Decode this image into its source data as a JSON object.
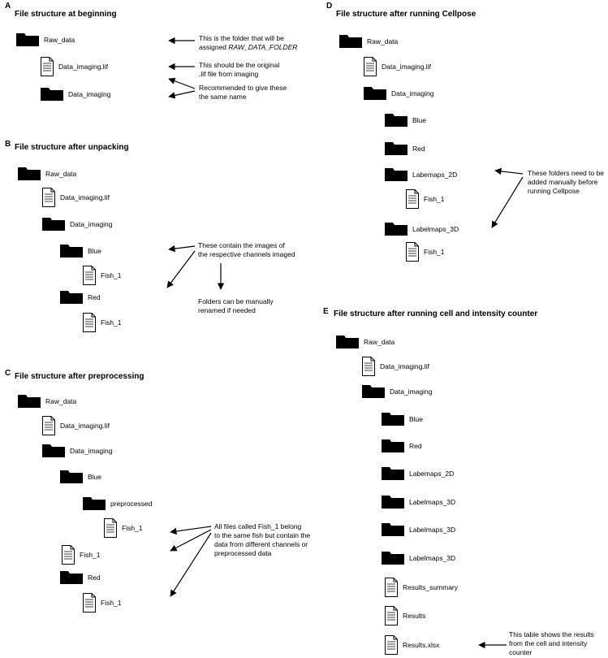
{
  "panels": [
    {
      "letter": "A",
      "title": "File structure at beginning",
      "items": [
        {
          "label": "Raw_data",
          "icon": "folder-icon"
        },
        {
          "label": "Data_imaging.lif",
          "icon": "file-icon"
        },
        {
          "label": "Data_imaging",
          "icon": "folder-icon"
        }
      ],
      "notes": [
        {
          "lines": [
            "This is the folder that will be",
            "assigned ",
            "RAW_DATA_FOLDER"
          ]
        },
        {
          "lines": [
            "This should be the original",
            ".lif file from imaging"
          ]
        },
        {
          "lines": [
            "Recommended to give these",
            "the same name"
          ]
        }
      ]
    },
    {
      "letter": "B",
      "title": "File structure after unpacking",
      "items": [
        {
          "label": "Raw_data",
          "icon": "folder-icon"
        },
        {
          "label": "Data_imaging.lif",
          "icon": "file-icon"
        },
        {
          "label": "Data_imaging",
          "icon": "folder-icon"
        },
        {
          "label": "Blue",
          "icon": "folder-icon"
        },
        {
          "label": "Fish_1",
          "icon": "file-icon"
        },
        {
          "label": "Red",
          "icon": "folder-icon"
        },
        {
          "label": "Fish_1",
          "icon": "file-icon"
        }
      ],
      "notes": [
        {
          "lines": [
            "These contain the images of",
            "the respective channels imaged"
          ]
        },
        {
          "lines": [
            "Folders can be manually",
            "renamed if needed"
          ]
        }
      ]
    },
    {
      "letter": "C",
      "title": "File structure after preprocessing",
      "items": [
        {
          "label": "Raw_data",
          "icon": "folder-icon"
        },
        {
          "label": "Data_imaging.lif",
          "icon": "file-icon"
        },
        {
          "label": "Data_imaging",
          "icon": "folder-icon"
        },
        {
          "label": "Blue",
          "icon": "folder-icon"
        },
        {
          "label": "preprocessed",
          "icon": "folder-icon"
        },
        {
          "label": "Fish_1",
          "icon": "file-icon"
        },
        {
          "label": "Fish_1",
          "icon": "file-icon"
        },
        {
          "label": "Red",
          "icon": "folder-icon"
        },
        {
          "label": "Fish_1",
          "icon": "file-icon"
        }
      ],
      "notes": [
        {
          "lines": [
            "All files called Fish_1 belong",
            "to the same fish but contain the",
            "data from different channels or",
            "preprocessed data"
          ]
        }
      ]
    },
    {
      "letter": "D",
      "title": "File structure after running Cellpose",
      "items": [
        {
          "label": "Raw_data",
          "icon": "folder-icon"
        },
        {
          "label": "Data_imaging.lif",
          "icon": "file-icon"
        },
        {
          "label": "Data_imaging",
          "icon": "folder-icon"
        },
        {
          "label": "Blue",
          "icon": "folder-icon"
        },
        {
          "label": "Red",
          "icon": "folder-icon"
        },
        {
          "label": "Labemaps_2D",
          "icon": "folder-icon"
        },
        {
          "label": "Fish_1",
          "icon": "file-icon"
        },
        {
          "label": "Labelmaps_3D",
          "icon": "folder-icon"
        },
        {
          "label": "Fish_1",
          "icon": "file-icon"
        }
      ],
      "notes": [
        {
          "lines": [
            "These folders need to be",
            "added manually before",
            "running Cellpose"
          ]
        }
      ]
    },
    {
      "letter": "E",
      "title": "File structure after running cell and intensity counter",
      "items": [
        {
          "label": "Raw_data",
          "icon": "folder-icon"
        },
        {
          "label": "Data_imaging.lif",
          "icon": "file-icon"
        },
        {
          "label": "Data_imaging",
          "icon": "folder-icon"
        },
        {
          "label": "Blue",
          "icon": "folder-icon"
        },
        {
          "label": "Red",
          "icon": "folder-icon"
        },
        {
          "label": "Labemaps_2D",
          "icon": "folder-icon"
        },
        {
          "label": "Labelmaps_3D",
          "icon": "folder-icon"
        },
        {
          "label": "Labelmaps_3D",
          "icon": "folder-icon"
        },
        {
          "label": "Labelmaps_3D",
          "icon": "folder-icon"
        },
        {
          "label": "Results_summary",
          "icon": "file-icon"
        },
        {
          "label": "Results",
          "icon": "file-icon"
        },
        {
          "label": "Results.xlsx",
          "icon": "file-icon"
        }
      ],
      "notes": [
        {
          "lines": [
            "This table shows the results",
            "from the cell and intensity",
            "counter"
          ]
        }
      ]
    }
  ]
}
